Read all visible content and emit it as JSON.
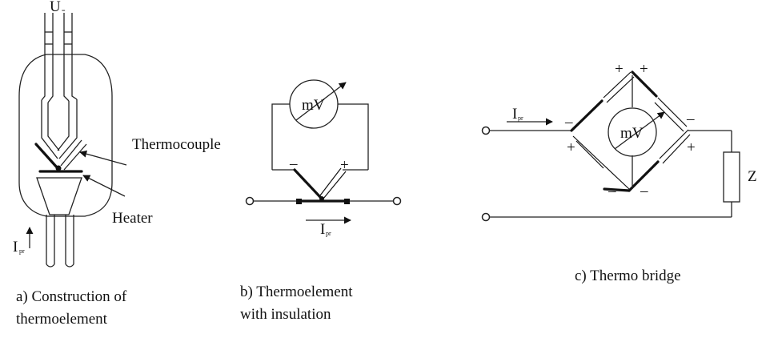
{
  "panel_a": {
    "voltage_label": "U",
    "voltage_sub": "=",
    "thermocouple_label": "Thermocouple",
    "heater_label": "Heater",
    "current_label": "I",
    "current_sub": "pr",
    "caption_line1": "a) Construction of",
    "caption_line2": "thermoelement"
  },
  "panel_b": {
    "meter_label": "mV",
    "minus_sign": "–",
    "plus_sign": "+",
    "current_label": "I",
    "current_sub": "pr",
    "caption_line1": "b) Thermoelement",
    "caption_line2": "with insulation"
  },
  "panel_c": {
    "meter_label": "mV",
    "current_label": "I",
    "current_sub": "pr",
    "load_label": "Z",
    "plus_sign": "+",
    "minus_sign": "–",
    "caption": "c) Thermo bridge"
  }
}
